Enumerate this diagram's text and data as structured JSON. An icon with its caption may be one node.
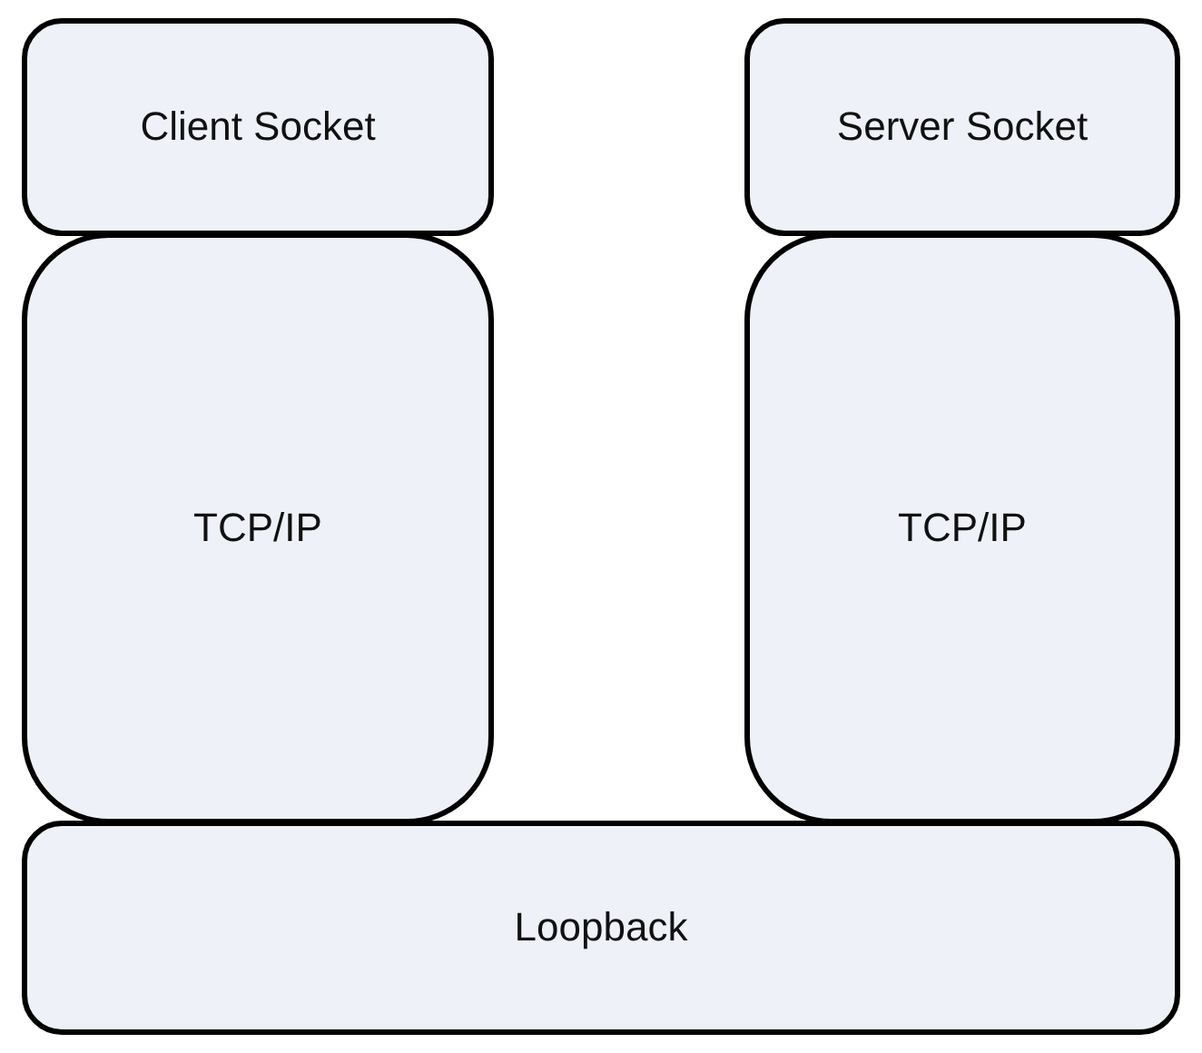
{
  "diagram": {
    "nodes": [
      {
        "text": [
          "Client Socket"
        ]
      },
      {
        "text": [
          "TCP/IP"
        ]
      },
      {
        "text": [
          "Server Socket"
        ]
      },
      {
        "text": [
          "TCP/IP"
        ]
      },
      {
        "text": [
          "Loopback"
        ]
      }
    ]
  }
}
